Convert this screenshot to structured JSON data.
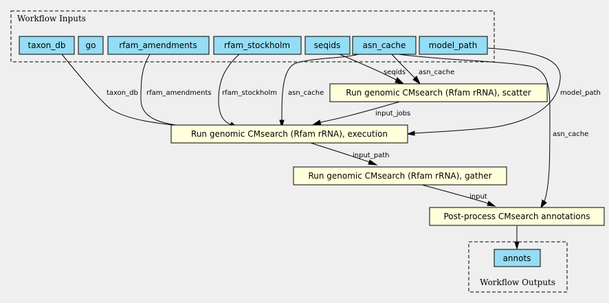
{
  "clusters": {
    "inputs_label": "Workflow Inputs",
    "outputs_label": "Workflow Outputs"
  },
  "inputs": {
    "taxon_db": "taxon_db",
    "go": "go",
    "rfam_amendments": "rfam_amendments",
    "rfam_stockholm": "rfam_stockholm",
    "seqids": "seqids",
    "asn_cache": "asn_cache",
    "model_path": "model_path"
  },
  "steps": {
    "scatter": "Run genomic CMsearch (Rfam rRNA), scatter",
    "execution": "Run genomic CMsearch (Rfam rRNA), execution",
    "gather": "Run genomic CMsearch (Rfam rRNA), gather",
    "postprocess": "Post-process CMsearch annotations"
  },
  "outputs": {
    "annots": "annots"
  },
  "edges": {
    "taxon_db": "taxon_db",
    "rfam_amendments": "rfam_amendments",
    "rfam_stockholm": "rfam_stockholm",
    "asn_cache_exec": "asn_cache",
    "seqids": "seqids",
    "asn_cache_scatter": "asn_cache",
    "model_path": "model_path",
    "input_jobs": "input_jobs",
    "asn_cache_post": "asn_cache",
    "input_path": "input_path",
    "input": "input"
  }
}
